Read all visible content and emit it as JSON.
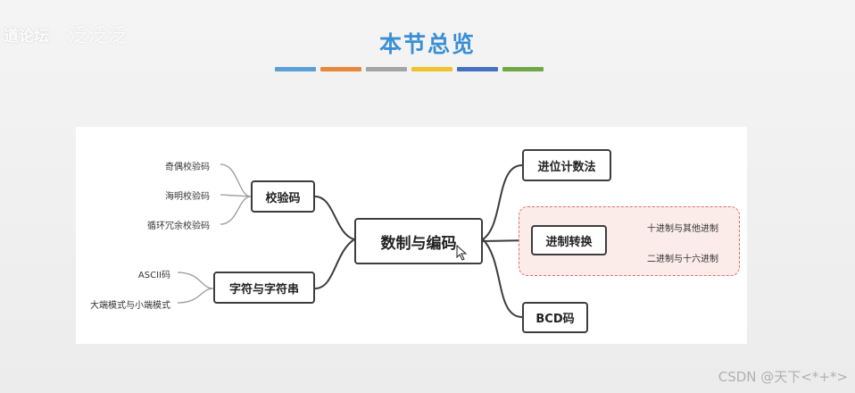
{
  "watermarks": {
    "top_left": "道论坛",
    "top_left_script": "泛泛泛",
    "bottom_right": "CSDN @天下<*+*>"
  },
  "slide": {
    "title": "本节总览",
    "color_bar": [
      "#5aa0d8",
      "#e8883c",
      "#a5a5a5",
      "#f2c12e",
      "#4571c4",
      "#70a848"
    ]
  },
  "mindmap": {
    "center": "数制与编码",
    "left_branches": [
      {
        "label": "校验码",
        "leaves": [
          "奇偶校验码",
          "海明校验码",
          "循环冗余校验码"
        ]
      },
      {
        "label": "字符与字符串",
        "leaves": [
          "ASCII码",
          "大端模式与小端模式"
        ]
      }
    ],
    "right_branches": [
      {
        "label": "进位计数法",
        "leaves": []
      },
      {
        "label": "进制转换",
        "leaves": [
          "十进制与其他进制",
          "二进制与十六进制"
        ],
        "highlight_color": "#e06f6f"
      },
      {
        "label": "BCD码",
        "leaves": []
      }
    ]
  }
}
